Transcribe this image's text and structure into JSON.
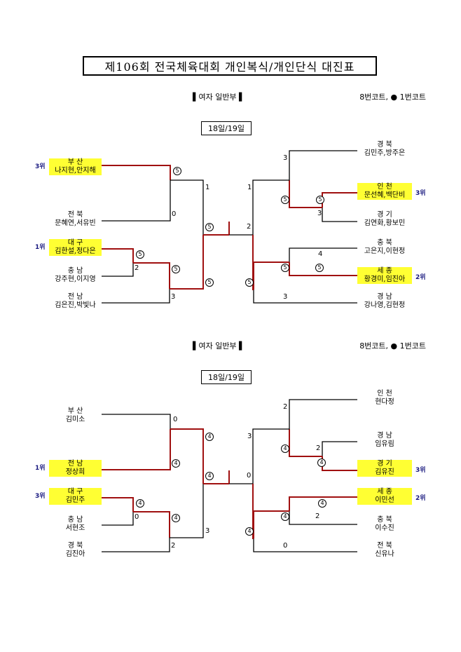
{
  "title": "제106회 전국체육대회 개인복식/개인단식 대진표",
  "colors": {
    "win_line": "#a01010",
    "lose_line": "#000000",
    "highlight": "#ffff33",
    "rank": "#1a1a80"
  },
  "sections": [
    {
      "label": "▌여자 일반부 ▌",
      "court_note": "8번코트, ● 1번코트",
      "date": "18일/19일",
      "left_teams": [
        {
          "region": "부 산",
          "players": "나지현,안지해",
          "highlight": true,
          "rank": "3위"
        },
        {
          "region": "전 북",
          "players": "문혜연,서유빈",
          "highlight": false,
          "rank": ""
        },
        {
          "region": "대 구",
          "players": "김한설,정다은",
          "highlight": true,
          "rank": "1위"
        },
        {
          "region": "충 남",
          "players": "강주현,이지영",
          "highlight": false,
          "rank": ""
        },
        {
          "region": "전 남",
          "players": "김은진,박빛나",
          "highlight": false,
          "rank": ""
        }
      ],
      "right_teams": [
        {
          "region": "경 북",
          "players": "김민주,방주은",
          "highlight": false,
          "rank": ""
        },
        {
          "region": "인 천",
          "players": "문선혜,백단비",
          "highlight": true,
          "rank": "3위"
        },
        {
          "region": "경 기",
          "players": "김연화,황보민",
          "highlight": false,
          "rank": ""
        },
        {
          "region": "충 북",
          "players": "고은지,이현정",
          "highlight": false,
          "rank": ""
        },
        {
          "region": "세 종",
          "players": "황경미,임진아",
          "highlight": true,
          "rank": "2위"
        },
        {
          "region": "경 남",
          "players": "강나영,김현정",
          "highlight": false,
          "rank": ""
        }
      ],
      "scores": {
        "l_r1_top": "⑤",
        "l_r1_bot": "0",
        "l_r1b_top": "⑤",
        "l_r1b_bot": "2",
        "l_r2b_top": "⑤",
        "l_r2b_bot": "3",
        "l_sf_top": "1",
        "l_sf_bot": "⑤",
        "l_f_top": "⑤",
        "l_f_bot": "⑤",
        "r_q1_top": "3",
        "r_q1_bot": "⑤",
        "r_q1b_top": "⑤",
        "r_q1b_bot": "3",
        "r_q2b_top": "4",
        "r_q2b_bot": "⑤",
        "r_q2_top": "⑤",
        "r_q2_bot": "3",
        "r_sf_top": "1",
        "r_sf_bot": "⑤",
        "final_right": "2",
        "final_left": "⑤"
      }
    },
    {
      "label": "▌여자 일반부 ▌",
      "court_note": "8번코트, ● 1번코트",
      "date": "18일/19일",
      "left_teams": [
        {
          "region": "부 산",
          "players": "김미소",
          "highlight": false,
          "rank": ""
        },
        {
          "region": "전 남",
          "players": "정상희",
          "highlight": true,
          "rank": "1위"
        },
        {
          "region": "대 구",
          "players": "김민주",
          "highlight": true,
          "rank": "3위"
        },
        {
          "region": "충 남",
          "players": "서현조",
          "highlight": false,
          "rank": ""
        },
        {
          "region": "경 북",
          "players": "김진아",
          "highlight": false,
          "rank": ""
        }
      ],
      "right_teams": [
        {
          "region": "인 천",
          "players": "현다정",
          "highlight": false,
          "rank": ""
        },
        {
          "region": "경 남",
          "players": "임유림",
          "highlight": false,
          "rank": ""
        },
        {
          "region": "경 기",
          "players": "김유진",
          "highlight": true,
          "rank": "3위"
        },
        {
          "region": "세 종",
          "players": "이민선",
          "highlight": true,
          "rank": "2위"
        },
        {
          "region": "충 북",
          "players": "이수진",
          "highlight": false,
          "rank": ""
        },
        {
          "region": "전 북",
          "players": "신유나",
          "highlight": false,
          "rank": ""
        }
      ],
      "scores": {
        "l_r1_top": "0",
        "l_r1_bot": "④",
        "l_r1b_top": "④",
        "l_r1b_bot": "0",
        "l_r2b_top": "④",
        "l_r2b_bot": "2",
        "l_sf_top": "④",
        "l_sf_bot": "3",
        "l_f_top": "④",
        "l_f_bot": "④",
        "r_q1_top": "2",
        "r_q1_bot": "④",
        "r_q1b_top": "2",
        "r_q1b_bot": "④",
        "r_q2b_top": "④",
        "r_q2b_bot": "2",
        "r_q2_top": "④",
        "r_q2_bot": "0",
        "r_sf_top": "3",
        "r_sf_bot": "④",
        "final_right": "0",
        "final_left": "④"
      }
    }
  ]
}
